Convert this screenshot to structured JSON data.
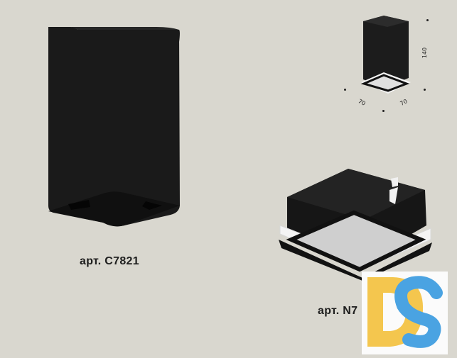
{
  "labels": {
    "main_article": "арт. C7821",
    "second_article": "арт. N7"
  },
  "dimensions": {
    "width_a": "70",
    "width_b": "70",
    "height": "140"
  },
  "logo": {
    "text": "DS",
    "colors": {
      "d": "#f4c64e",
      "s": "#4aa3e2"
    }
  }
}
